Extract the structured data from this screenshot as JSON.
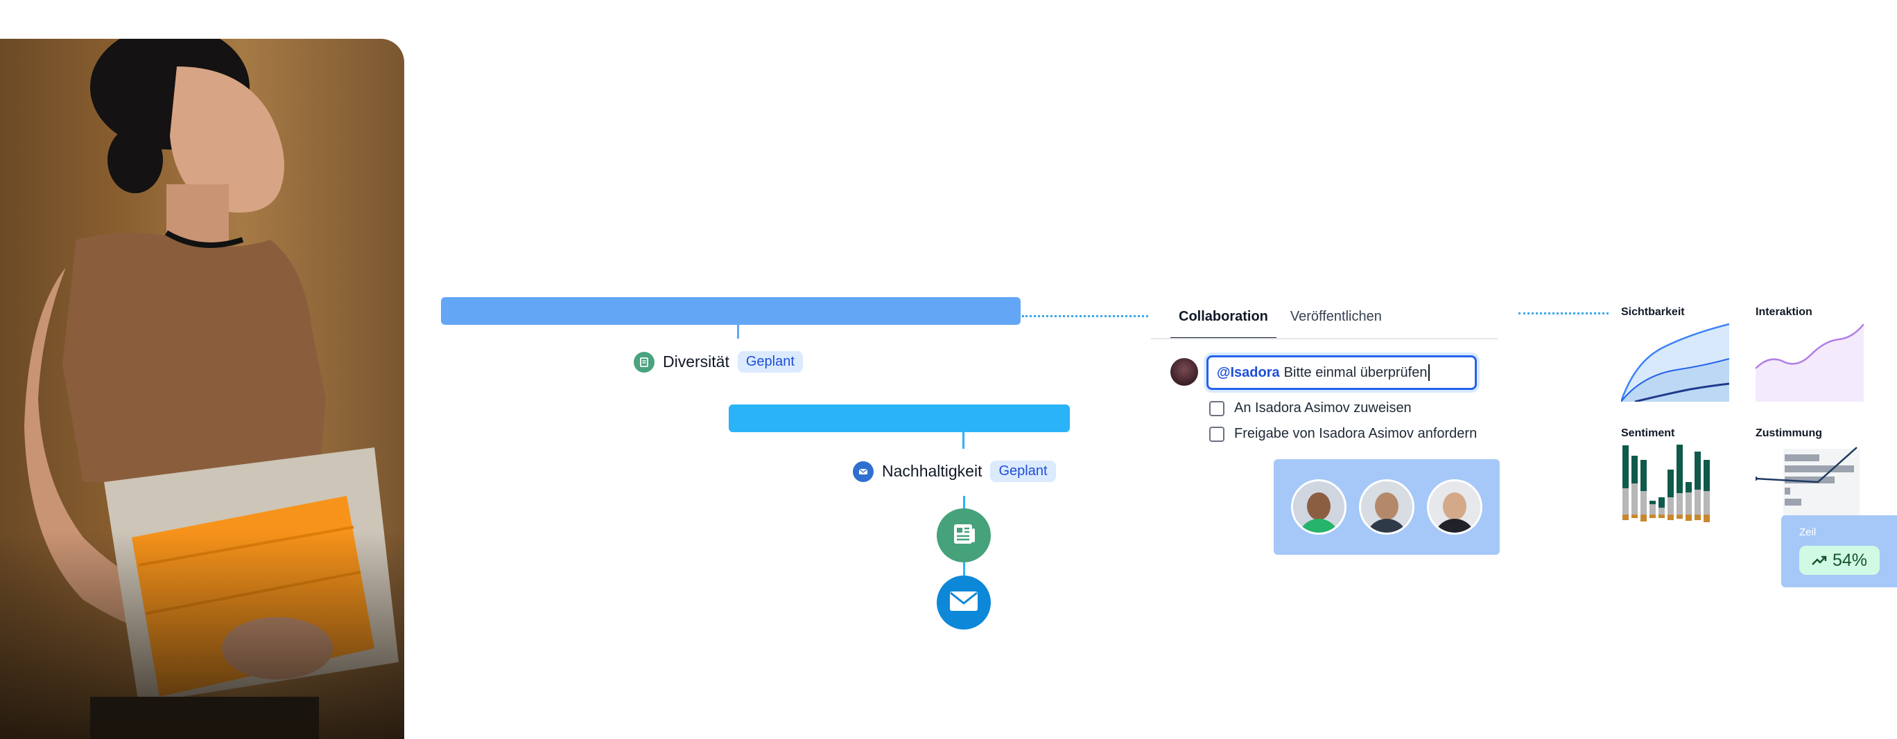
{
  "timeline": {
    "tasks": [
      {
        "title": "Diversität",
        "status": "Geplant",
        "icon": "document-icon"
      },
      {
        "title": "Nachhaltigkeit",
        "status": "Geplant",
        "icon": "mail-icon"
      }
    ],
    "nodes": [
      {
        "icon": "newspaper-icon",
        "color": "#45a27a"
      },
      {
        "icon": "mail-icon",
        "color": "#0d88d8"
      }
    ]
  },
  "collaboration": {
    "tabs": [
      {
        "label": "Collaboration",
        "active": true
      },
      {
        "label": "Veröffentlichen",
        "active": false
      }
    ],
    "comment": {
      "mention": "@Isadora",
      "text": "Bitte einmal überprüfen"
    },
    "options": [
      {
        "label": "An Isadora Asimov zuweisen",
        "checked": false
      },
      {
        "label": "Freigabe von Isadora Asimov anfordern",
        "checked": false
      }
    ]
  },
  "analytics": {
    "metrics": [
      {
        "label": "Sichtbarkeit"
      },
      {
        "label": "Interaktion"
      },
      {
        "label": "Sentiment"
      },
      {
        "label": "Zustimmung"
      }
    ],
    "goal": {
      "label": "Zeil",
      "value": "54%",
      "icon": "trending-up-icon"
    }
  },
  "colors": {
    "bar_diversity": "#64a6f6",
    "bar_sustain": "#2ab3f7",
    "badge_bg": "#dbeafe",
    "badge_text": "#1d4ed8",
    "accent": "#2563eb"
  }
}
